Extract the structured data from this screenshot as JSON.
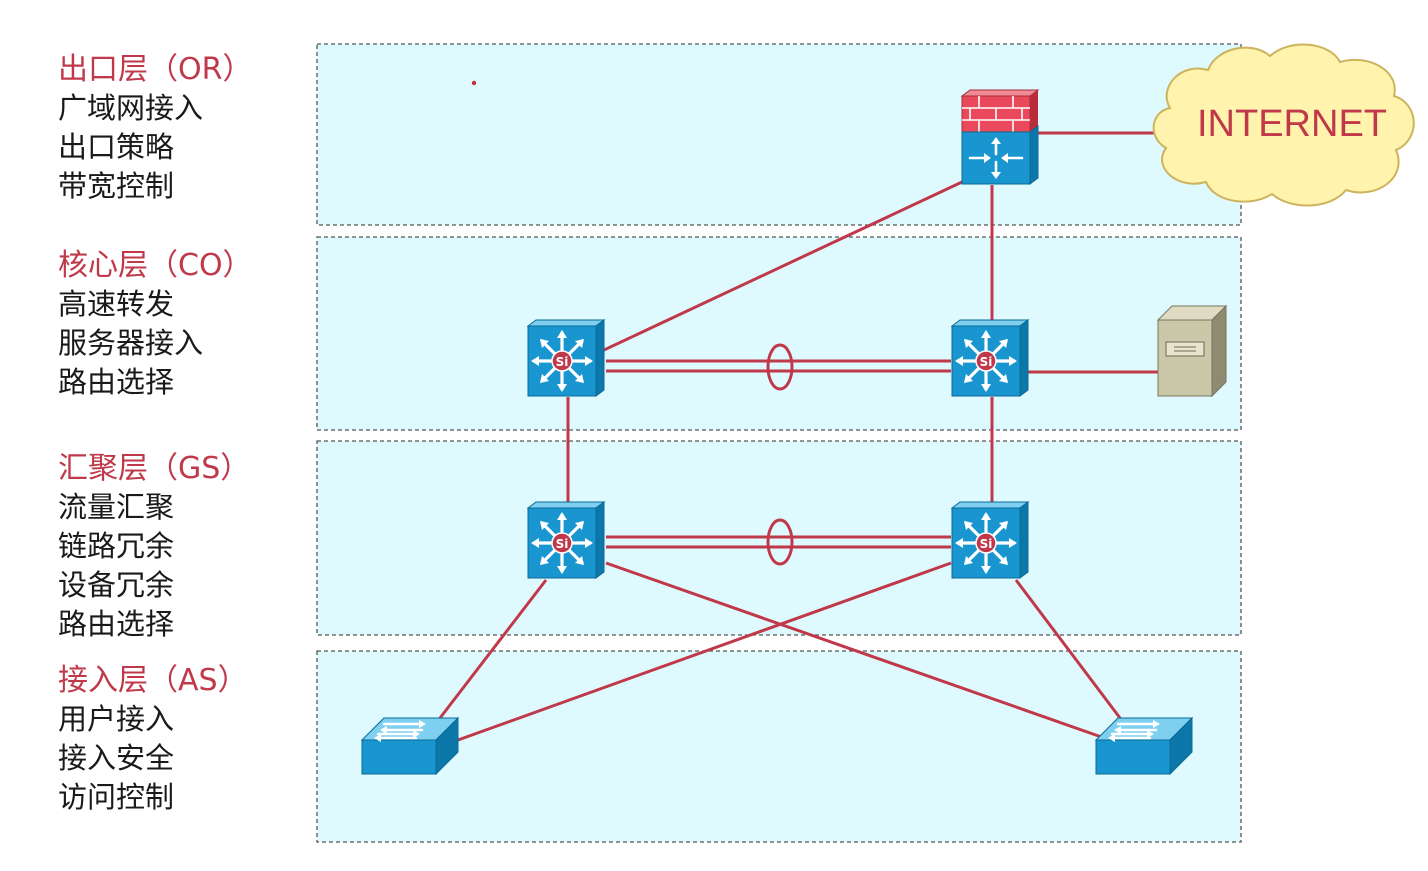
{
  "layers": [
    {
      "title": "出口层（OR）",
      "items": [
        "广域网接入",
        "出口策略",
        "带宽控制"
      ]
    },
    {
      "title": "核心层（CO）",
      "items": [
        "高速转发",
        "服务器接入",
        "路由选择"
      ]
    },
    {
      "title": "汇聚层（GS）",
      "items": [
        "流量汇聚",
        "链路冗余",
        "设备冗余",
        "路由选择"
      ]
    },
    {
      "title": "接入层（AS）",
      "items": [
        "用户接入",
        "接入安全",
        "访问控制"
      ]
    }
  ],
  "diagram": {
    "cloud_label": "INTERNET",
    "switch_label": "Si",
    "icons": [
      "firewall-router-icon",
      "layer3-switch-icon",
      "server-icon",
      "layer2-switch-icon",
      "cloud-icon"
    ]
  },
  "colors": {
    "layer_title": "#c0394a",
    "link": "#c0394a",
    "zone_fill": "#dffaff",
    "device_blue": "#1996d0",
    "cloud_fill": "#fff3ad"
  }
}
